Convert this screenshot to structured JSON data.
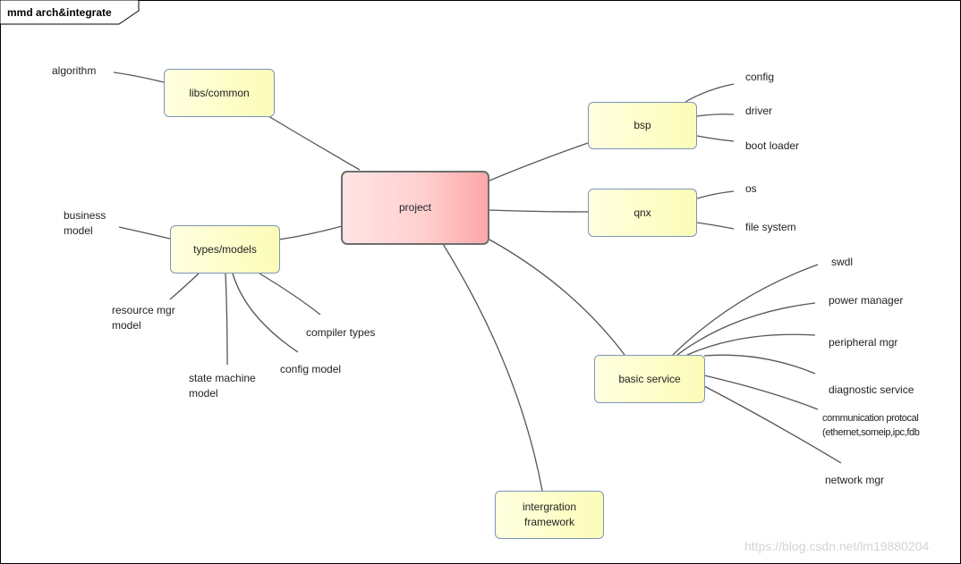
{
  "diagram": {
    "title": "mmd arch&integrate",
    "central": "project",
    "topics": {
      "libs": "libs/common",
      "types": "types/models",
      "bsp": "bsp",
      "qnx": "qnx",
      "basic": "basic service",
      "integration": "intergration framework"
    },
    "leaves": {
      "algorithm": "algorithm",
      "business": "business model",
      "resource": "resource mgr model",
      "state": "state machine model",
      "config_model": "config model",
      "compiler": "compiler types",
      "config": "config",
      "driver": "driver",
      "boot": "boot loader",
      "os": "os",
      "fs": "file system",
      "swdl": "swdl",
      "power": "power manager",
      "peripheral": "peripheral mgr",
      "diagnostic": "diagnostic service",
      "comm_line1": "communication protocal",
      "comm_line2": "(ethernet,someip,ipc,fdb",
      "network": "network mgr"
    },
    "watermark": "https://blog.csdn.net/lm19880204"
  }
}
